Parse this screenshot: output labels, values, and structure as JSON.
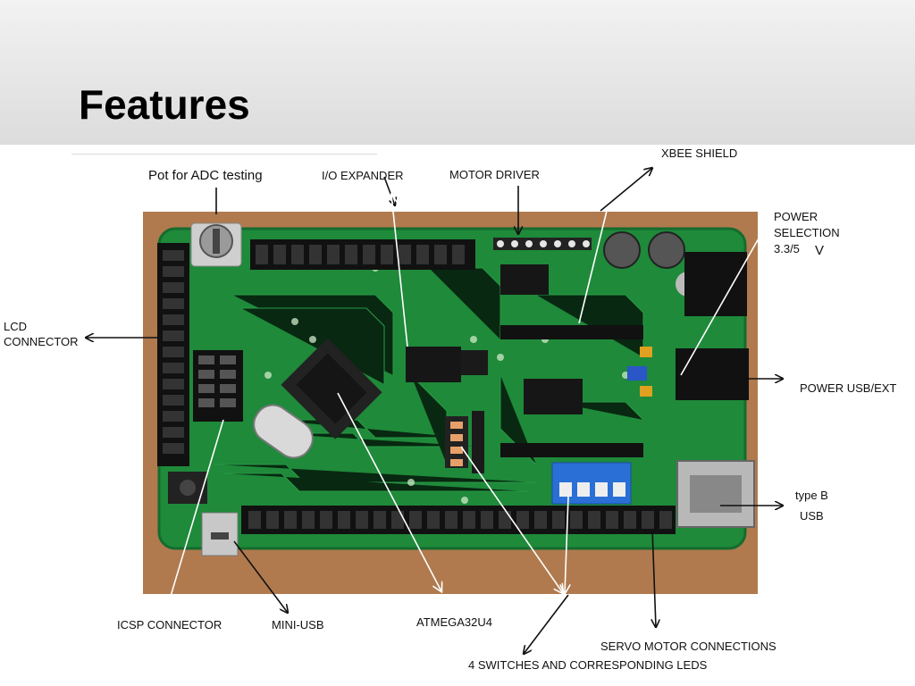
{
  "slide": {
    "title": "Features"
  },
  "labels": {
    "pot": "Pot for ADC testing",
    "io_expander": "I/O EXPANDER",
    "motor_driver": "MOTOR DRIVER",
    "xbee": "XBEE SHIELD",
    "power_selection_1": "POWER",
    "power_selection_2": "SELECTION",
    "power_selection_3": "3.3/5",
    "power_selection_v": "V",
    "lcd_1": "LCD",
    "lcd_2": "CONNECTOR",
    "power_usb": "POWER USB/EXT",
    "type_b_1": "type B",
    "type_b_2": "USB",
    "icsp": "ICSP CONNECTOR",
    "mini_usb": "MINI-USB",
    "atmega": "ATMEGA32U4",
    "servo": "SERVO MOTOR CONNECTIONS",
    "switches": "4 SWITCHES AND CORRESPONDING LEDS"
  },
  "colors": {
    "pcb_green": "#1e8a3a",
    "pcb_dark": "#14632a",
    "table_brown": "#b07a4e",
    "dip_blue": "#2a6fd6"
  }
}
